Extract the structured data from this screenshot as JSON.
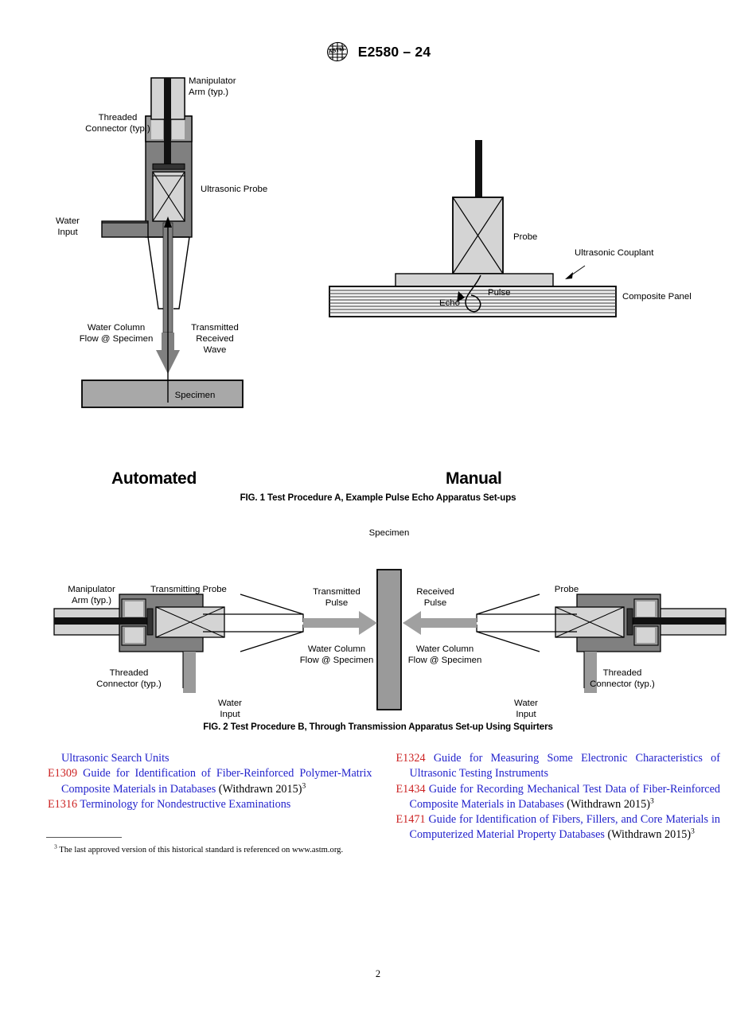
{
  "header": {
    "logo_icon": "astm-logo-icon",
    "standard_designation": "E2580 – 24"
  },
  "figure1": {
    "mode_left": "Automated",
    "mode_right": "Manual",
    "caption": "FIG. 1 Test Procedure A, Example Pulse Echo Apparatus Set-ups",
    "automated_labels": {
      "manipulator_arm_l1": "Manipulator",
      "manipulator_arm_l2": "Arm (typ.)",
      "threaded_connector_l1": "Threaded",
      "threaded_connector_l2": "Connector (typ.)",
      "ultrasonic_probe": "Ultrasonic Probe",
      "water_input_l1": "Water",
      "water_input_l2": "Input",
      "water_column_l1": "Water Column",
      "water_column_l2": "Flow @ Specimen",
      "wave_l1": "Transmitted",
      "wave_l2": "Received",
      "wave_l3": "Wave",
      "specimen": "Specimen"
    },
    "manual_labels": {
      "probe": "Probe",
      "ultrasonic_couplant": "Ultrasonic Couplant",
      "composite_panel": "Composite Panel",
      "pulse": "Pulse",
      "echo": "Echo"
    }
  },
  "figure2": {
    "caption": "FIG. 2 Test Procedure B, Through Transmission Apparatus Set-up Using Squirters",
    "labels": {
      "specimen": "Specimen",
      "manipulator_arm_l1": "Manipulator",
      "manipulator_arm_l2": "Arm (typ.)",
      "transmitting_probe": "Transmitting Probe",
      "threaded_connector_left_l1": "Threaded",
      "threaded_connector_left_l2": "Connector (typ.)",
      "water_input_left_l1": "Water",
      "water_input_left_l2": "Input",
      "transmitted_pulse_l1": "Transmitted",
      "transmitted_pulse_l2": "Pulse",
      "water_column_left_l1": "Water Column",
      "water_column_left_l2": "Flow @ Specimen",
      "received_pulse_l1": "Received",
      "received_pulse_l2": "Pulse",
      "water_column_right_l1": "Water Column",
      "water_column_right_l2": "Flow @ Specimen",
      "probe": "Probe",
      "threaded_connector_right_l1": "Threaded",
      "threaded_connector_right_l2": "Connector (typ.)",
      "water_input_right_l1": "Water",
      "water_input_right_l2": "Input"
    }
  },
  "references": {
    "left_column": [
      {
        "designation": "",
        "title": "Ultrasonic Search Units",
        "suffix": "",
        "footnote_marker": ""
      },
      {
        "designation": "E1309",
        "title": "Guide for Identification of Fiber-Reinforced Polymer-Matrix Composite Materials in Databases",
        "suffix": "(Withdrawn 2015)",
        "footnote_marker": "3"
      },
      {
        "designation": "E1316",
        "title": "Terminology for Nondestructive Examinations",
        "suffix": "",
        "footnote_marker": ""
      }
    ],
    "right_column": [
      {
        "designation": "E1324",
        "title": "Guide for Measuring Some Electronic Characteristics of Ultrasonic Testing Instruments",
        "suffix": "",
        "footnote_marker": ""
      },
      {
        "designation": "E1434",
        "title": "Guide for Recording Mechanical Test Data of Fiber-Reinforced Composite Materials in Databases",
        "suffix": "(Withdrawn 2015)",
        "footnote_marker": "3"
      },
      {
        "designation": "E1471",
        "title": "Guide for Identification of Fibers, Fillers, and Core Materials in Computerized Material Property Databases",
        "suffix": "(Withdrawn 2015)",
        "footnote_marker": "3"
      }
    ]
  },
  "footnote": {
    "marker": "3",
    "text": "The last approved version of this historical standard is referenced on www.astm.org."
  },
  "page_number": "2",
  "colors": {
    "designation_red": "#cc2222",
    "title_blue": "#2222cc",
    "body_gray": "#808080",
    "light_gray": "#d4d4d4",
    "mid_gray": "#9a9a9a",
    "arrow_gray": "#a0a0a0"
  }
}
